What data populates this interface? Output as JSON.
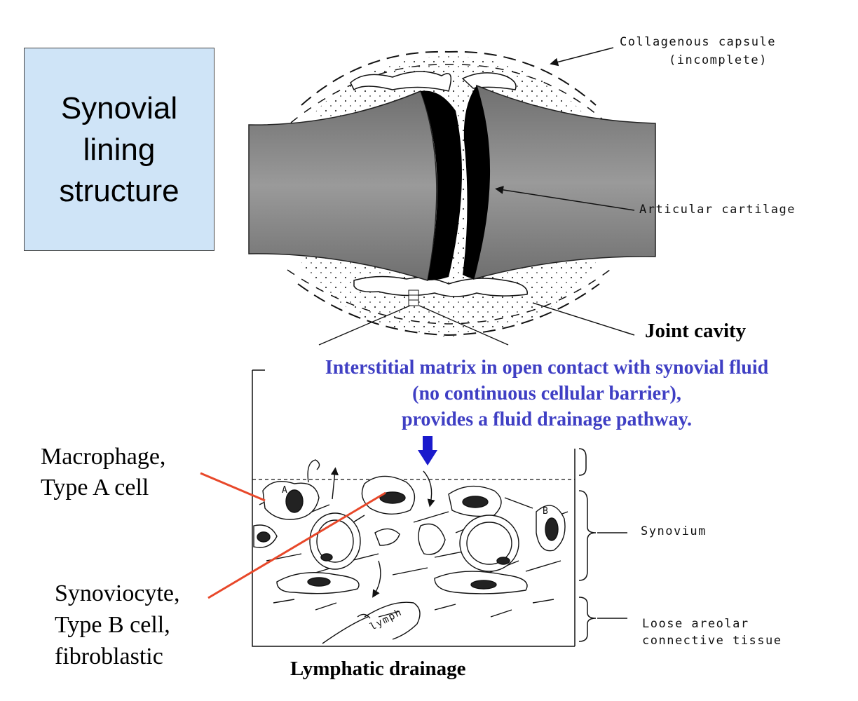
{
  "title": {
    "line1": "Synovial",
    "line2": "lining",
    "line3": "structure"
  },
  "labels": {
    "capsule_line1": "Collagenous capsule",
    "capsule_line2": "(incomplete)",
    "cartilage": "Articular cartilage",
    "joint_cavity": "Joint cavity",
    "synovium": "Synovium",
    "areolar_line1": "Loose areolar",
    "areolar_line2": "connective tissue",
    "lymphatic": "Lymphatic drainage",
    "lymph": "lymph",
    "cell_a": "A",
    "cell_b": "B"
  },
  "note": {
    "line1": "Interstitial matrix in open contact with synovial fluid",
    "line2": "(no continuous cellular barrier),",
    "line3": "provides a fluid drainage pathway."
  },
  "cells": {
    "macrophage_line1": "Macrophage,",
    "macrophage_line2": "Type A cell",
    "synoviocyte_line1": "Synoviocyte,",
    "synoviocyte_line2": "Type B cell,",
    "synoviocyte_line3": "fibroblastic"
  },
  "colors": {
    "title_box": "#cfe4f7",
    "note_text": "#3f3fc4",
    "drain_arrow": "#1a1acc",
    "pointer_lines": "#e8482a",
    "bone": "#8a8a8a"
  }
}
